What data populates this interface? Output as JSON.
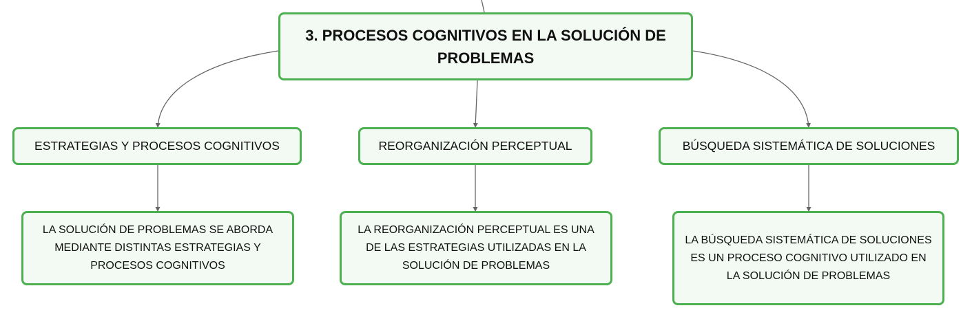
{
  "root": {
    "label": "3. PROCESOS COGNITIVOS EN LA SOLUCIÓN DE PROBLEMAS"
  },
  "branches": [
    {
      "label": "ESTRATEGIAS Y PROCESOS COGNITIVOS",
      "detail": "LA SOLUCIÓN DE PROBLEMAS SE ABORDA MEDIANTE DISTINTAS ESTRATEGIAS Y PROCESOS COGNITIVOS"
    },
    {
      "label": "REORGANIZACIÓN PERCEPTUAL",
      "detail": "LA REORGANIZACIÓN PERCEPTUAL ES UNA DE LAS ESTRATEGIAS UTILIZADAS EN LA SOLUCIÓN DE PROBLEMAS"
    },
    {
      "label": "BÚSQUEDA SISTEMÁTICA DE SOLUCIONES",
      "detail": "LA BÚSQUEDA SISTEMÁTICA DE SOLUCIONES ES UN PROCESO COGNITIVO UTILIZADO EN LA SOLUCIÓN DE PROBLEMAS"
    }
  ],
  "colors": {
    "node_border": "#4caf50",
    "node_fill": "#f3faf4",
    "connector": "#666666",
    "text": "#111111"
  }
}
